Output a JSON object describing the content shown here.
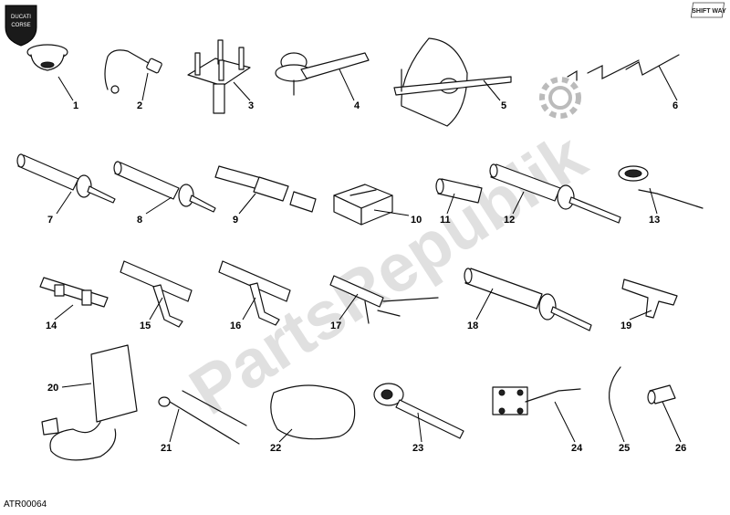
{
  "brand": {
    "logo_text": "DUCATI",
    "logo_sub": "CORSE",
    "partner_text": "SHIFT WAY"
  },
  "watermark": {
    "text": "PartsRepublik"
  },
  "reference_code": "ATR00064",
  "callouts": [
    "1",
    "2",
    "3",
    "4",
    "5",
    "6",
    "7",
    "8",
    "9",
    "10",
    "11",
    "12",
    "13",
    "14",
    "15",
    "16",
    "17",
    "18",
    "19",
    "20",
    "21",
    "22",
    "23",
    "24",
    "25",
    "26"
  ]
}
